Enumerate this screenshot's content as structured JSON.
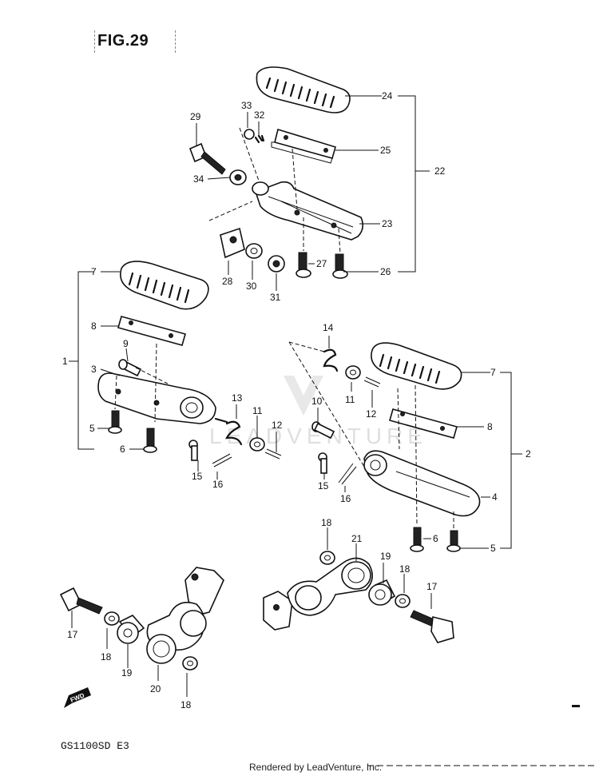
{
  "figure_label": "FIG.29",
  "model_code": "GS1100SD E3",
  "footer": "Rendered by LeadVenture, Inc.",
  "watermark": "LEADVENTURE",
  "fwd_label": "FWD",
  "callouts": {
    "c24": "24",
    "c22": "22",
    "c25": "25",
    "c23": "23",
    "c26": "26",
    "c27": "27",
    "c29": "29",
    "c33": "33",
    "c32": "32",
    "c34": "34",
    "c28": "28",
    "c30": "30",
    "c31": "31",
    "c7a": "7",
    "c8a": "8",
    "c1": "1",
    "c9": "9",
    "c3": "3",
    "c5a": "5",
    "c6a": "6",
    "c13": "13",
    "c11a": "11",
    "c12a": "12",
    "c15a": "15",
    "c16a": "16",
    "c14": "14",
    "c11b": "11",
    "c12b": "12",
    "c7b": "7",
    "c8b": "8",
    "c10": "10",
    "c2": "2",
    "c15b": "15",
    "c16b": "16",
    "c4": "4",
    "c6b": "6",
    "c5b": "5",
    "c18a": "18",
    "c21": "21",
    "c19a": "19",
    "c18b": "18",
    "c17a": "17",
    "c17b": "17",
    "c18c": "18",
    "c19b": "19",
    "c20": "20",
    "c18d": "18"
  }
}
